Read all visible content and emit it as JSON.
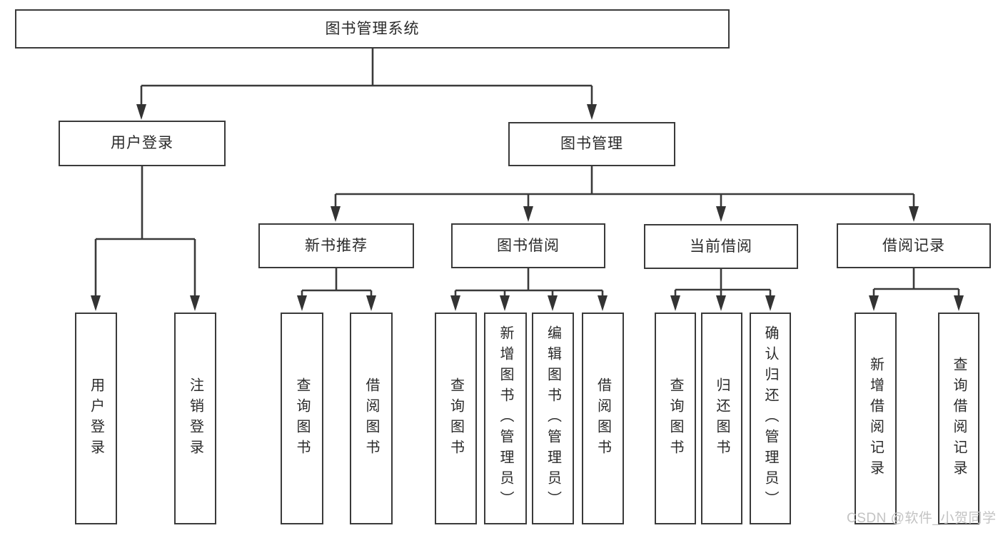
{
  "title": "图书管理系统",
  "watermark": "CSDN @软件_小贺同学",
  "colors": {
    "line": "#3a3a3a",
    "arrow": "#333333",
    "node_border": "#3a3a3a",
    "node_fill": "#ffffff",
    "text": "#2a2a2a",
    "watermark": "#c3c3c3",
    "background": "#ffffff"
  },
  "nodes": {
    "root": {
      "label": "图书管理系统"
    },
    "user_login_group": {
      "label": "用户登录"
    },
    "book_mgmt": {
      "label": "图书管理"
    },
    "new_book_rec": {
      "label": "新书推荐"
    },
    "book_borrow": {
      "label": "图书借阅"
    },
    "current_borrow": {
      "label": "当前借阅"
    },
    "borrow_record": {
      "label": "借阅记录"
    },
    "user_login": {
      "label": "用户登录"
    },
    "logout": {
      "label": "注销登录"
    },
    "nb_query": {
      "label": "查询图书"
    },
    "nb_borrow": {
      "label": "借阅图书"
    },
    "bb_query": {
      "label": "查询图书"
    },
    "bb_add": {
      "label": "新增图书（管理员）"
    },
    "bb_edit": {
      "label": "编辑图书（管理员）"
    },
    "bb_borrow": {
      "label": "借阅图书"
    },
    "cb_query": {
      "label": "查询图书"
    },
    "cb_return": {
      "label": "归还图书"
    },
    "cb_confirm": {
      "label": "确认归还（管理员）"
    },
    "br_add": {
      "label": "新增借阅记录"
    },
    "br_query": {
      "label": "查询借阅记录"
    }
  },
  "hierarchy": {
    "图书管理系统": {
      "用户登录": [
        "用户登录",
        "注销登录"
      ],
      "图书管理": {
        "新书推荐": [
          "查询图书",
          "借阅图书"
        ],
        "图书借阅": [
          "查询图书",
          "新增图书（管理员）",
          "编辑图书（管理员）",
          "借阅图书"
        ],
        "当前借阅": [
          "查询图书",
          "归还图书",
          "确认归还（管理员）"
        ],
        "借阅记录": [
          "新增借阅记录",
          "查询借阅记录"
        ]
      }
    }
  }
}
